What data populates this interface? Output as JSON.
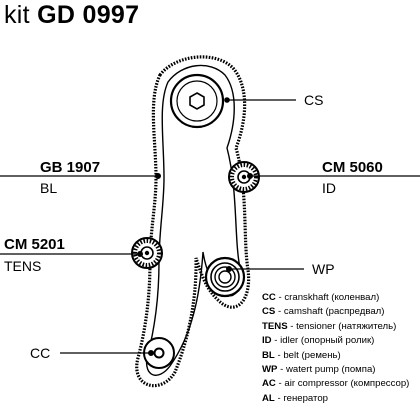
{
  "title": {
    "kit": "kit",
    "code": "GD 0997"
  },
  "parts": [
    {
      "code": "GB 1907",
      "abbr": "BL"
    },
    {
      "code": "CM 5060",
      "abbr": "ID"
    },
    {
      "code": "CM 5201",
      "abbr": "TENS"
    }
  ],
  "callouts": {
    "cs": "CS",
    "wp": "WP",
    "cc": "CC"
  },
  "legend": [
    {
      "key": "CC",
      "desc": " - cranskhaft (коленвал)"
    },
    {
      "key": "CS",
      "desc": " - camshaft (распредвал)"
    },
    {
      "key": "TENS",
      "desc": " - tensioner (натяжитель)"
    },
    {
      "key": "ID",
      "desc": " - idler (опорный ролик)"
    },
    {
      "key": "BL",
      "desc": " - belt (ремень)"
    },
    {
      "key": "WP",
      "desc": " - watert pump (помпа)"
    },
    {
      "key": "AC",
      "desc": " - air compressor (компрессор)"
    },
    {
      "key": "AL",
      "desc": " - генератор"
    }
  ]
}
